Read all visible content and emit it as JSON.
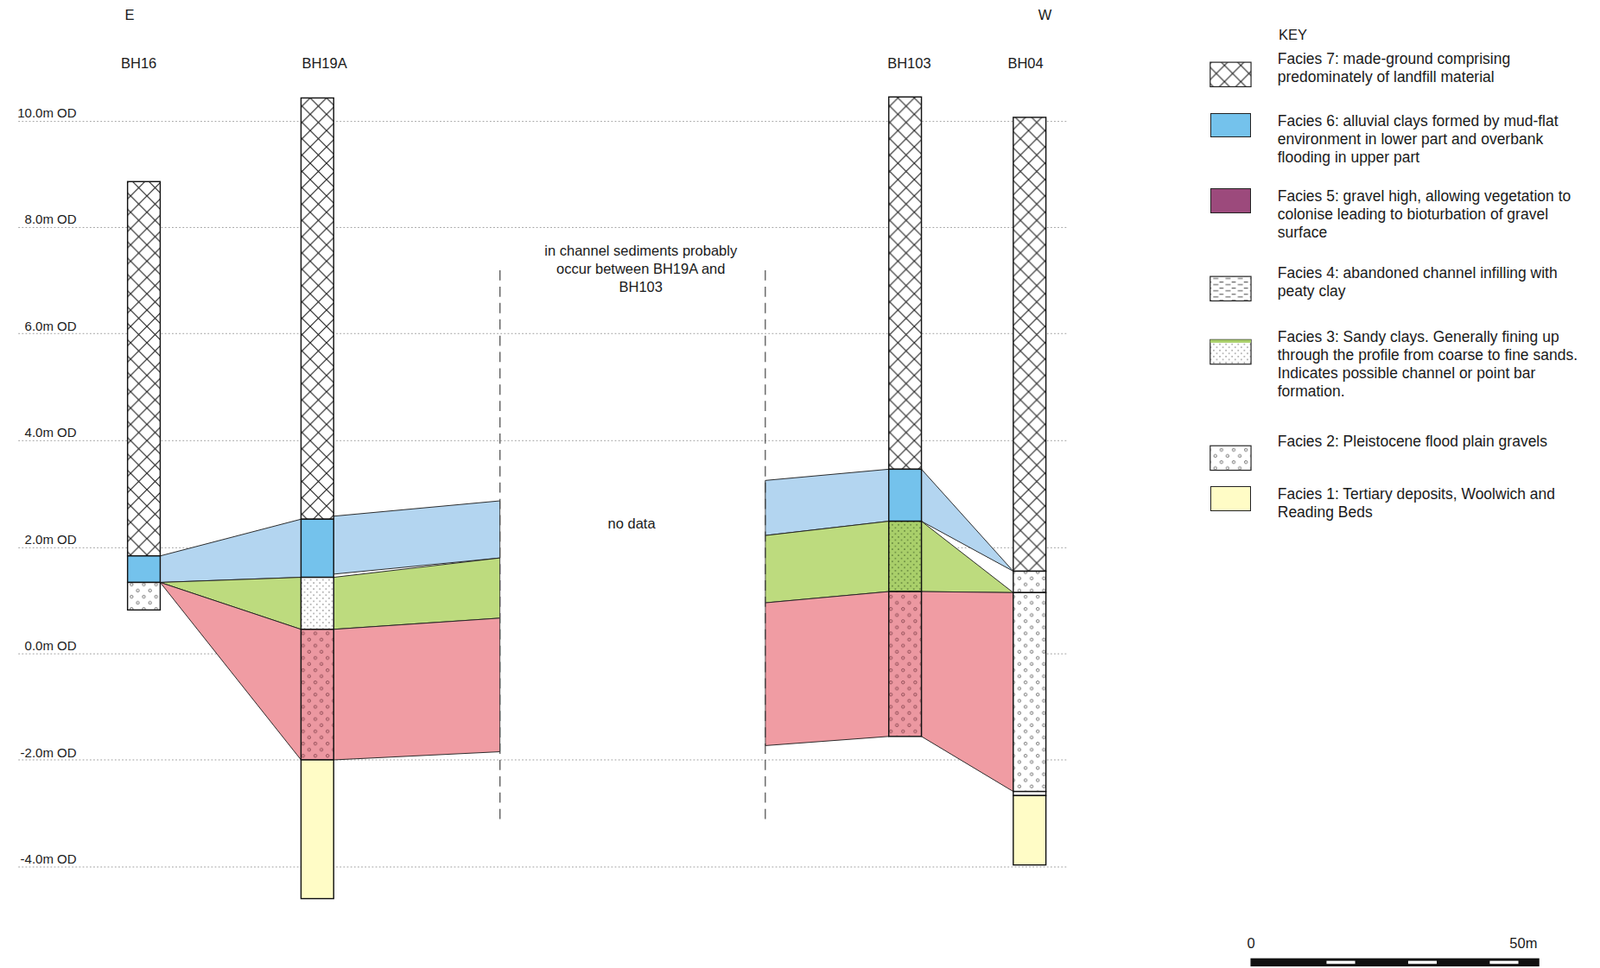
{
  "diagram": {
    "labels": [
      "E",
      "W",
      "BH16",
      "BH19A",
      "BH103",
      "BH04",
      "10.0m OD",
      "8.0m OD",
      "6.0m OD",
      "4.0m OD",
      "2.0m OD",
      "0.0m OD",
      "-2.0m OD",
      "-4.0m OD",
      "in channel sediments probably occur between BH19A and BH103",
      "no data",
      "KEY",
      "0",
      "50m"
    ],
    "legend": [
      {
        "text": "Facies 7: made-ground comprising predominately of landfill material"
      },
      {
        "text": "Facies 6: alluvial clays formed by mud-flat environment in lower part and overbank flooding in upper part",
        "color": "#74c2ec"
      },
      {
        "text": "Facies 5: gravel high, allowing vegetation to colonise leading to bioturbation of gravel surface",
        "color": "#9c4a7c"
      },
      {
        "text": "Facies 4: abandoned channel infilling with peaty clay"
      },
      {
        "text": "Facies 3: Sandy clays. Generally fining up through the profile from coarse to fine sands. Indicates possible channel or point bar formation."
      },
      {
        "text": "Facies 2: Pleistocene flood plain gravels"
      },
      {
        "text": "Facies 1: Tertiary deposits, Woolwich and Reading Beds",
        "color": "#fffcc6"
      }
    ]
  }
}
